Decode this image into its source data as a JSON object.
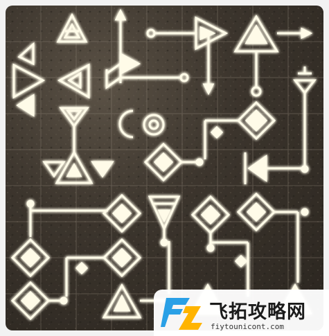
{
  "puzzle": {
    "grid_columns": 9,
    "grid_rows": 9,
    "glyph_color": "#fffbe8",
    "glow_color": "#ffe9a8",
    "background_color": "#3a332b"
  },
  "watermark": {
    "name": "飞拓攻略网",
    "url": "fiytounicont.com",
    "logo_colors": [
      "#2aa0e6",
      "#ffb400"
    ]
  }
}
